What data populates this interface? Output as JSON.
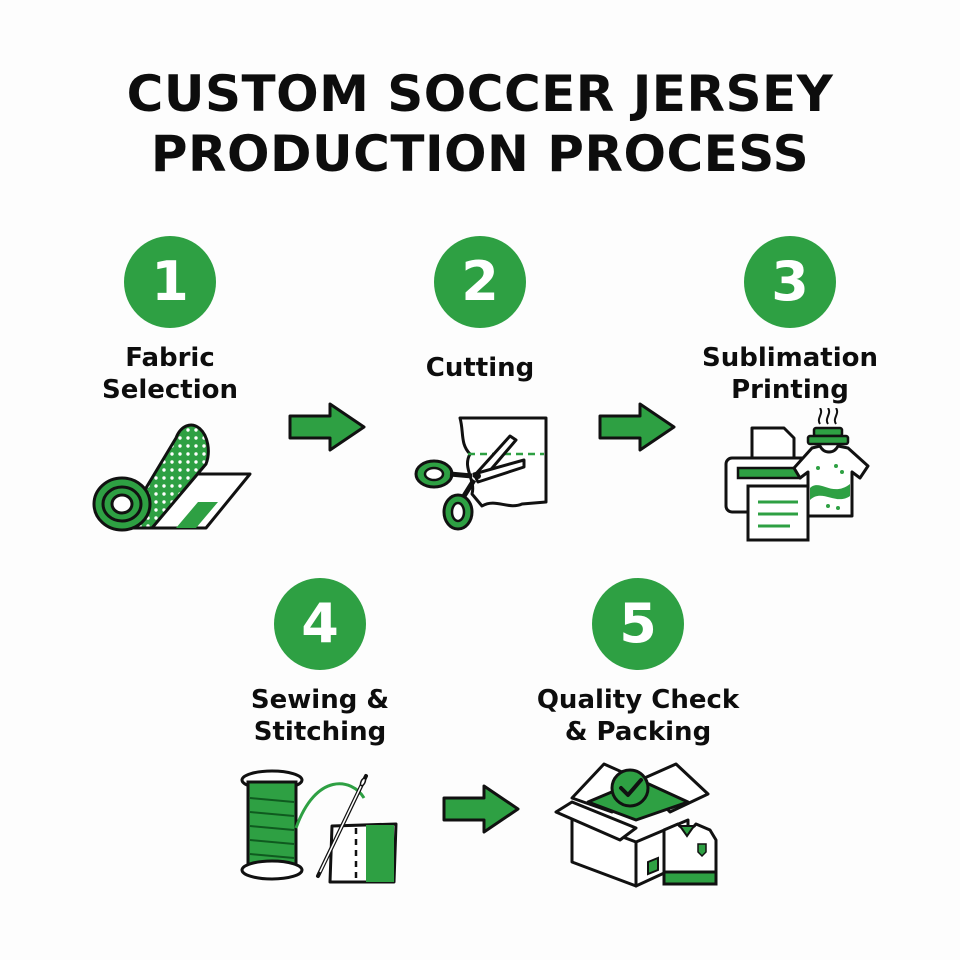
{
  "title": {
    "line1": "CUSTOM SOCCER JERSEY",
    "line2": "PRODUCTION PROCESS"
  },
  "colors": {
    "accent": "#2ea043",
    "ink": "#111111",
    "background": "#fdfdfd"
  },
  "steps": [
    {
      "number": "1",
      "label_lines": [
        "Fabric",
        "Selection"
      ],
      "icon": "fabric-roll-icon"
    },
    {
      "number": "2",
      "label_lines": [
        "Cutting"
      ],
      "icon": "scissors-cutting-icon"
    },
    {
      "number": "3",
      "label_lines": [
        "Sublimation",
        "Printing"
      ],
      "icon": "printer-jersey-icon"
    },
    {
      "number": "4",
      "label_lines": [
        "Sewing &",
        "Stitching"
      ],
      "icon": "thread-needle-icon"
    },
    {
      "number": "5",
      "label_lines": [
        "Quality Check",
        "& Packing"
      ],
      "icon": "box-check-icon"
    }
  ],
  "flow": [
    "1→2",
    "2→3",
    "4→5"
  ]
}
